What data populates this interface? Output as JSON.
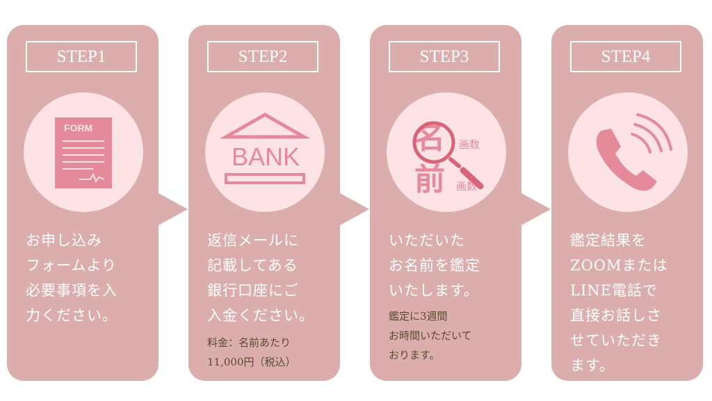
{
  "steps": [
    {
      "label": "STEP1",
      "icon": "form-document-icon",
      "icon_text": "FORM",
      "text": "お申し込み\nフォームより\n必要事項を入\n力ください。"
    },
    {
      "label": "STEP2",
      "icon": "bank-icon",
      "icon_text": "BANK",
      "text": "返信メールに\n記載してある\n銀行口座にご\n入金ください。",
      "note": "料金：名前あたり\n11,000円（税込）"
    },
    {
      "label": "STEP3",
      "icon": "name-magnifier-icon",
      "icon_text": "名前",
      "icon_sub": "画数",
      "text": "いただいた\nお名前を鑑定\nいたします。",
      "note": "鑑定に3週間\nお時間いただいて\nおります。"
    },
    {
      "label": "STEP4",
      "icon": "phone-icon",
      "text": "鑑定結果を\nZOOMまたは\nLINE電話で\n直接お話しさ\nせていただき\nます。"
    }
  ],
  "colors": {
    "card": "#dbadad",
    "circle": "#fde2e6",
    "icon": "#e58a9a",
    "note": "#5b4a2f"
  }
}
